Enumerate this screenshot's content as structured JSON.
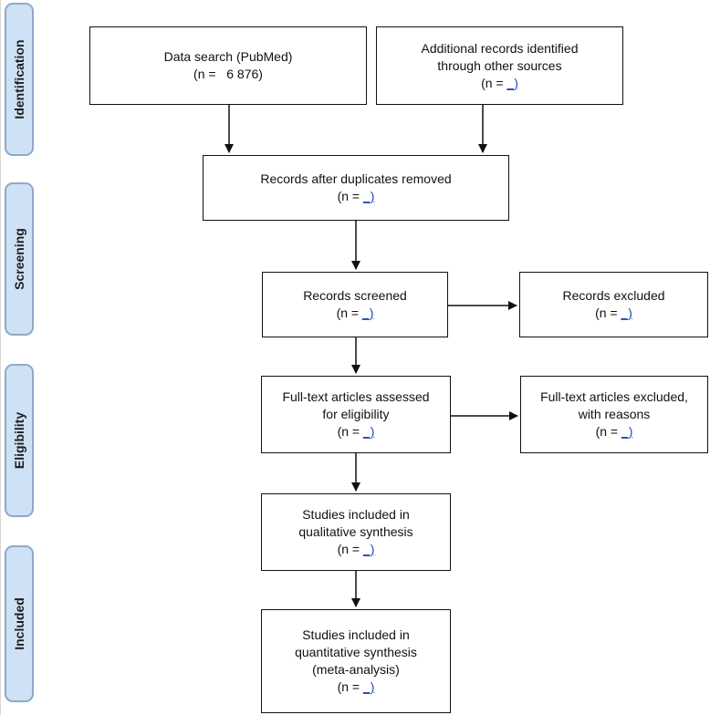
{
  "phases": [
    {
      "id": "identification",
      "label": "Identification"
    },
    {
      "id": "screening",
      "label": "Screening"
    },
    {
      "id": "eligibility",
      "label": "Eligibility"
    },
    {
      "id": "included",
      "label": "Included"
    }
  ],
  "boxes": {
    "data_search": {
      "text": "Data search (PubMed)",
      "count_prefix": "(n =",
      "count_value": "   6 876)",
      "count_linked": false
    },
    "other_sources": {
      "text": "Additional records identified\nthrough other sources",
      "count_prefix": "(n = ",
      "count_value": "_)",
      "count_linked": true
    },
    "duplicates_removed": {
      "text": "Records after duplicates removed",
      "count_prefix": "(n = ",
      "count_value": "_)",
      "count_linked": true
    },
    "screened": {
      "text": "Records screened",
      "count_prefix": "(n = ",
      "count_value": "_)",
      "count_linked": true
    },
    "excluded": {
      "text": "Records excluded",
      "count_prefix": "(n = ",
      "count_value": "_)",
      "count_linked": true
    },
    "fulltext_assessed": {
      "text": "Full-text articles assessed\nfor eligibility",
      "count_prefix": "(n = ",
      "count_value": "_)",
      "count_linked": true
    },
    "fulltext_excluded": {
      "text": "Full-text articles excluded,\nwith reasons",
      "count_prefix": "(n = ",
      "count_value": "_)",
      "count_linked": true
    },
    "qualitative": {
      "text": "Studies included in\nqualitative synthesis",
      "count_prefix": "(n = ",
      "count_value": "_)",
      "count_linked": true
    },
    "quantitative": {
      "text": "Studies included in\nquantitative synthesis\n(meta-analysis)",
      "count_prefix": "(n = ",
      "count_value": "_)",
      "count_linked": true
    }
  },
  "colors": {
    "phase_fill": "#cfe1f4",
    "phase_border": "#8ea9c8",
    "box_border": "#111111",
    "link_blue": "#1d49b8"
  }
}
